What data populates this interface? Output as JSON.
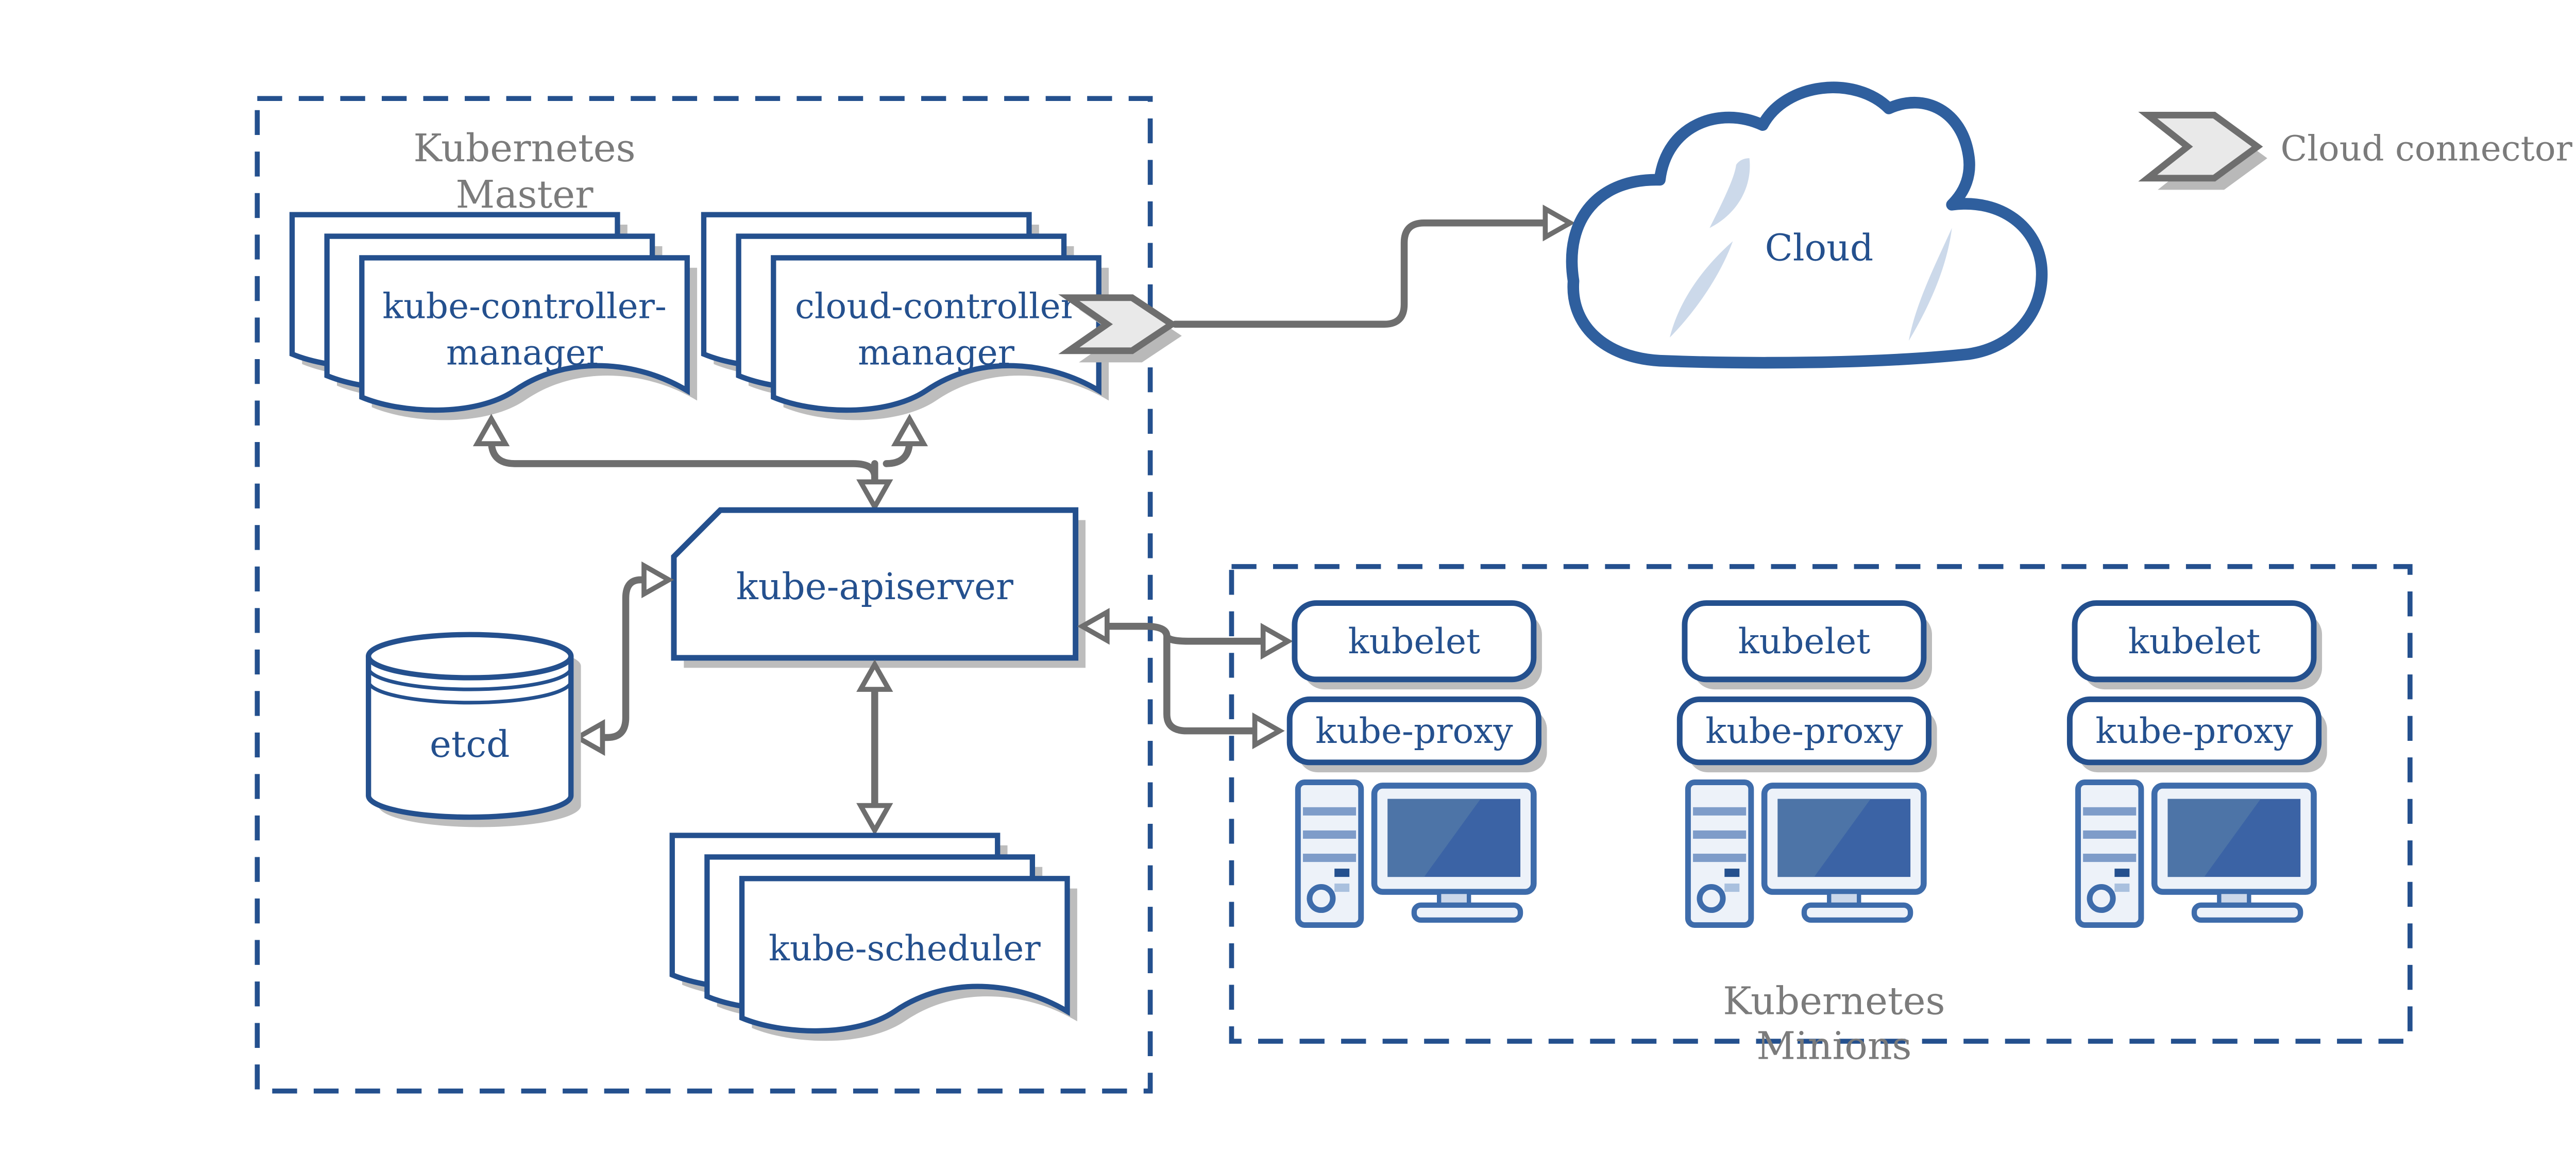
{
  "colors": {
    "navy": "#24508e",
    "cloud_blue": "#2f5f9e",
    "icon_blue": "#3e6cab",
    "screen_blue": "#3b63a5",
    "screen_sheen": "#4d74a7",
    "light_fill": "#edf2f9",
    "stripe_blue": "#7e9cc9",
    "crescent_blue": "#ccd9ea",
    "arrow_gray": "#6e6e6e",
    "label_gray": "#7b7b7b",
    "shadow_gray": "#bdbdbd",
    "chevron_fill": "#e9e9e9"
  },
  "master": {
    "title": [
      "Kubernetes",
      "Master"
    ],
    "kube_controller_manager": [
      "kube-controller-",
      "manager"
    ],
    "cloud_controller_manager": [
      "cloud-controller",
      "manager"
    ],
    "kube_apiserver": "kube-apiserver",
    "etcd": "etcd",
    "kube_scheduler": "kube-scheduler"
  },
  "minions": {
    "title": [
      "Kubernetes",
      "Minions"
    ],
    "nodes": [
      {
        "kubelet": "kubelet",
        "kube_proxy": "kube-proxy"
      },
      {
        "kubelet": "kubelet",
        "kube_proxy": "kube-proxy"
      },
      {
        "kubelet": "kubelet",
        "kube_proxy": "kube-proxy"
      }
    ]
  },
  "cloud": {
    "label": "Cloud"
  },
  "legend": {
    "label": "Cloud connector"
  }
}
